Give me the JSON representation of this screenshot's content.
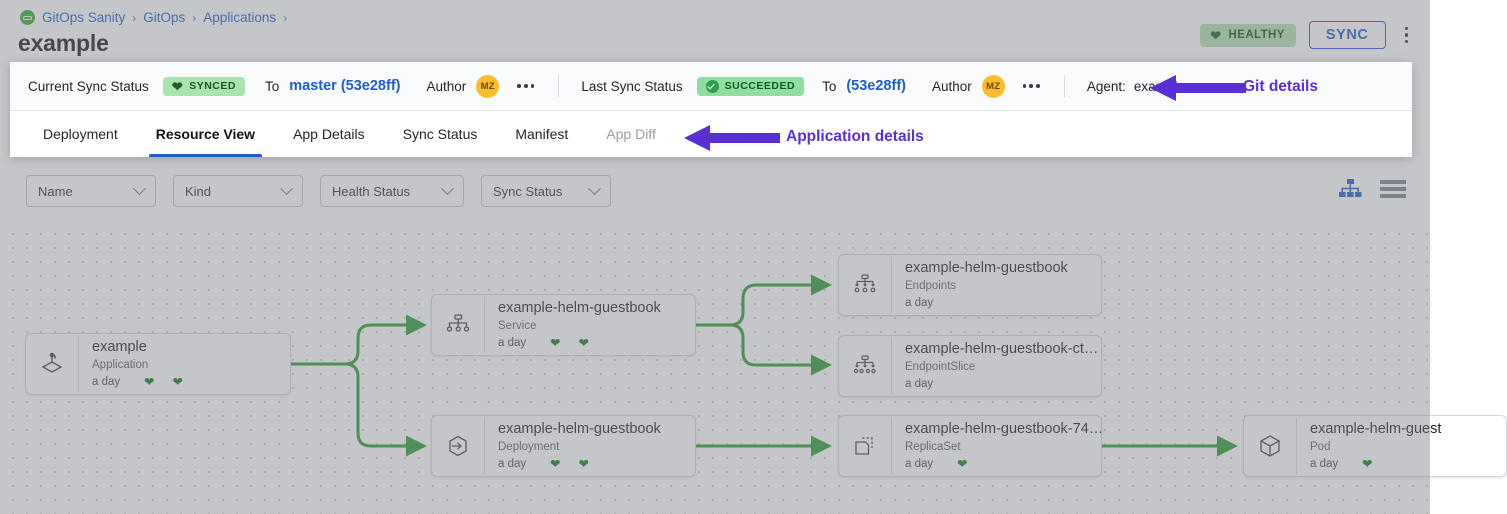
{
  "header": {
    "breadcrumb": [
      {
        "label": "GitOps Sanity"
      },
      {
        "label": "GitOps"
      },
      {
        "label": "Applications"
      }
    ],
    "separator": "›",
    "title": "example",
    "health_badge": "HEALTHY",
    "sync_button": "SYNC",
    "menu_icon": "kebab-menu-icon"
  },
  "status_bar": {
    "current_sync_label": "Current Sync Status",
    "current_sync_value": "SYNCED",
    "current_to_label": "To",
    "current_revision": "master (53e28ff)",
    "current_author_label": "Author",
    "current_author_initials": "MZ",
    "last_sync_label": "Last Sync Status",
    "last_sync_value": "SUCCEEDED",
    "last_to_label": "To",
    "last_revision": "(53e28ff)",
    "last_author_label": "Author",
    "last_author_initials": "MZ",
    "agent_label": "Agent:",
    "agent_value": "example"
  },
  "tabs": [
    {
      "label": "Deployment",
      "active": false,
      "disabled": false
    },
    {
      "label": "Resource View",
      "active": true,
      "disabled": false
    },
    {
      "label": "App Details",
      "active": false,
      "disabled": false
    },
    {
      "label": "Sync Status",
      "active": false,
      "disabled": false
    },
    {
      "label": "Manifest",
      "active": false,
      "disabled": false
    },
    {
      "label": "App Diff",
      "active": false,
      "disabled": true
    }
  ],
  "annotations": [
    {
      "label": "Git details",
      "arrow": "arrow-left"
    },
    {
      "label": "Application details",
      "arrow": "arrow-left"
    }
  ],
  "toolbar": {
    "filters": [
      {
        "label": "Name"
      },
      {
        "label": "Kind"
      },
      {
        "label": "Health Status"
      },
      {
        "label": "Sync Status"
      }
    ],
    "view_tree_icon": "tree-view-icon",
    "view_list_icon": "list-view-icon"
  },
  "graph": {
    "nodes": [
      {
        "id": "application",
        "name": "example",
        "kind": "Application",
        "age": "a day",
        "hearts": 2,
        "icon": "application-icon"
      },
      {
        "id": "service",
        "name": "example-helm-guestbook",
        "kind": "Service",
        "age": "a day",
        "hearts": 2,
        "icon": "service-icon"
      },
      {
        "id": "deployment",
        "name": "example-helm-guestbook",
        "kind": "Deployment",
        "age": "a day",
        "hearts": 2,
        "icon": "deployment-icon"
      },
      {
        "id": "endpoints",
        "name": "example-helm-guestbook",
        "kind": "Endpoints",
        "age": "a day",
        "hearts": 0,
        "icon": "endpoints-icon"
      },
      {
        "id": "endpointslice",
        "name": "example-helm-guestbook-ct…",
        "kind": "EndpointSlice",
        "age": "a day",
        "hearts": 0,
        "icon": "endpointslice-icon"
      },
      {
        "id": "replicaset",
        "name": "example-helm-guestbook-74…",
        "kind": "ReplicaSet",
        "age": "a day",
        "hearts": 1,
        "icon": "replicaset-icon"
      },
      {
        "id": "pod",
        "name": "example-helm-guest",
        "kind": "Pod",
        "age": "a day",
        "hearts": 1,
        "icon": "pod-icon"
      }
    ]
  },
  "colors": {
    "accent_blue": "#1f5eca",
    "healthy_green": "#157a1c",
    "badge_green_bg": "#a9e3ad",
    "edge_green": "#2d9c32",
    "annotation_purple": "#5b2fd6",
    "avatar_orange": "#fbbc2e"
  }
}
